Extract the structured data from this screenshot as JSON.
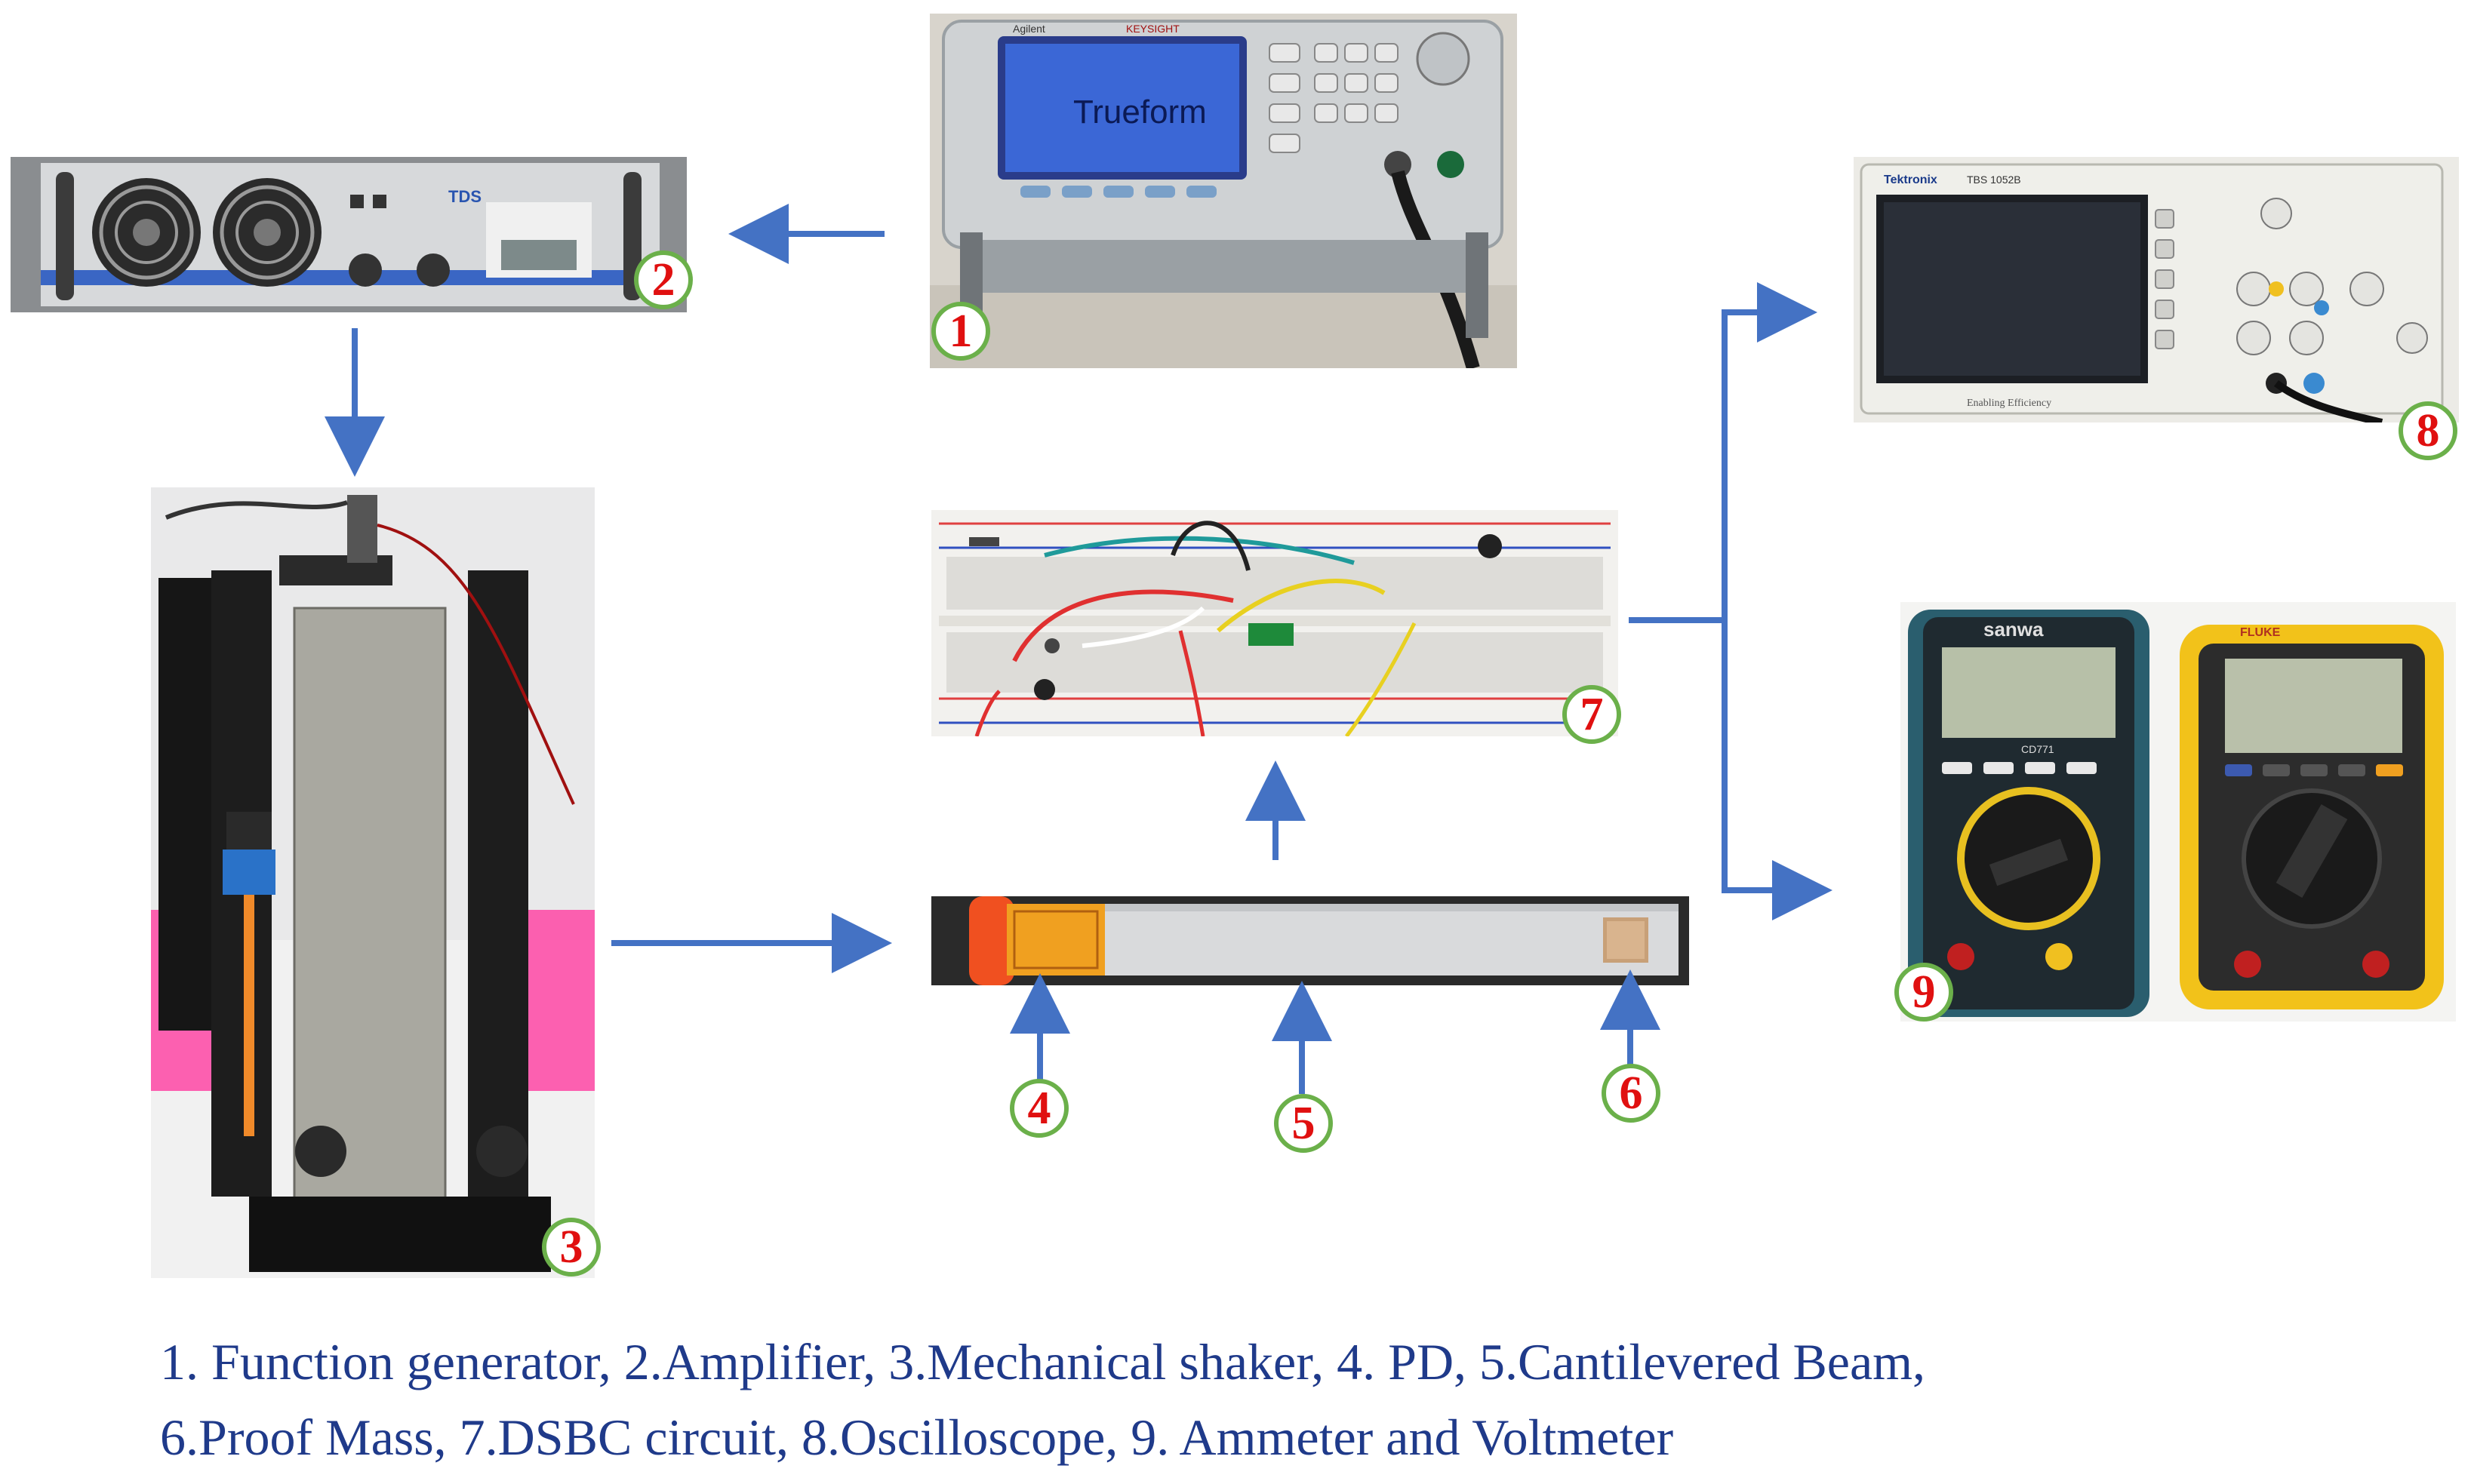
{
  "badges": [
    "1",
    "2",
    "3",
    "4",
    "5",
    "6",
    "7",
    "8",
    "9"
  ],
  "device_text": {
    "generator_brand": "Agilent",
    "generator_keysight": "KEYSIGHT",
    "generator_screen": "Trueform",
    "amplifier_brand": "TDS",
    "scope_brand": "Tektronix",
    "scope_model": "TBS 1052B",
    "scope_footer": "Enabling Efficiency",
    "meter1_brand": "sanwa",
    "meter1_model": "CD771",
    "meter2_brand": "FLUKE"
  },
  "caption": {
    "line1": "1. Function generator, 2.Amplifier, 3.Mechanical shaker, 4. PD, 5.Cantilevered Beam,",
    "line2": "6.Proof Mass, 7.DSBC circuit, 8.Oscilloscope, 9. Ammeter and Voltmeter"
  },
  "colors": {
    "arrow": "#4472c4",
    "badge_border": "#6bb04a",
    "badge_text": "#e01010",
    "caption_text": "#1f3a8a"
  }
}
